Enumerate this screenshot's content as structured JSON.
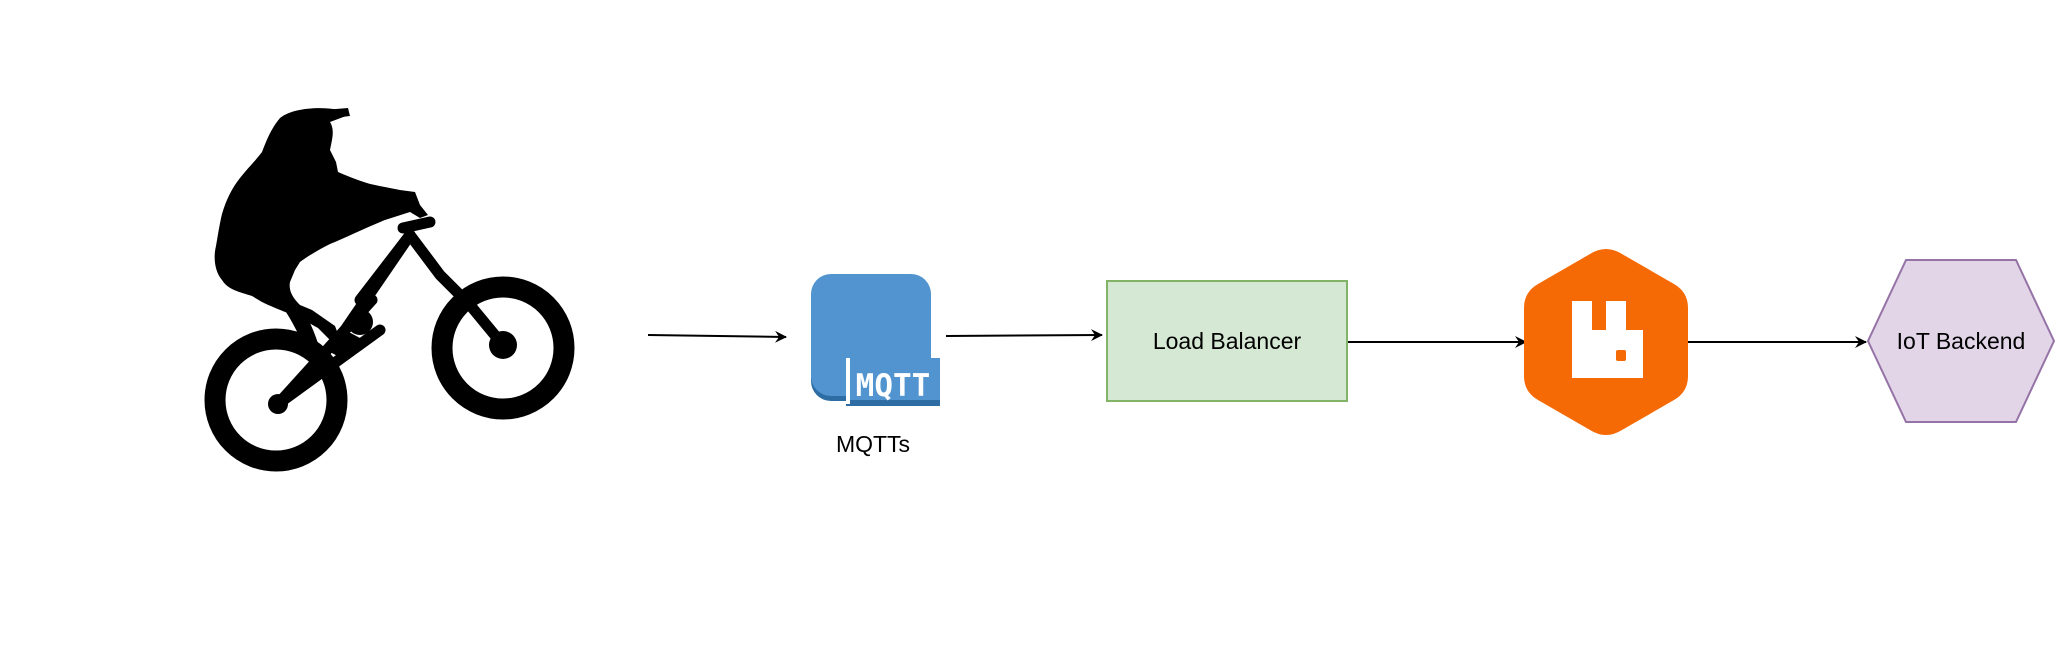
{
  "diagram": {
    "nodes": {
      "rider": {
        "icon": "bmx-rider-icon"
      },
      "mqtt": {
        "icon": "mqtt-icon",
        "badge_text": "MQTT",
        "label": "MQTTs",
        "color": "#5294CF",
        "shadow_color": "#2E6DA4"
      },
      "load_balancer": {
        "label": "Load Balancer",
        "fill": "#D5E8D4",
        "stroke": "#82B366"
      },
      "rabbitmq": {
        "icon": "rabbitmq-icon",
        "color": "#F66A05"
      },
      "iot_backend": {
        "label": "IoT Backend",
        "fill": "#E1D5E7",
        "stroke": "#9673A6"
      }
    },
    "edges": [
      {
        "from": "rider",
        "to": "mqtt"
      },
      {
        "from": "mqtt",
        "to": "load_balancer"
      },
      {
        "from": "load_balancer",
        "to": "rabbitmq"
      },
      {
        "from": "rabbitmq",
        "to": "iot_backend"
      }
    ]
  }
}
